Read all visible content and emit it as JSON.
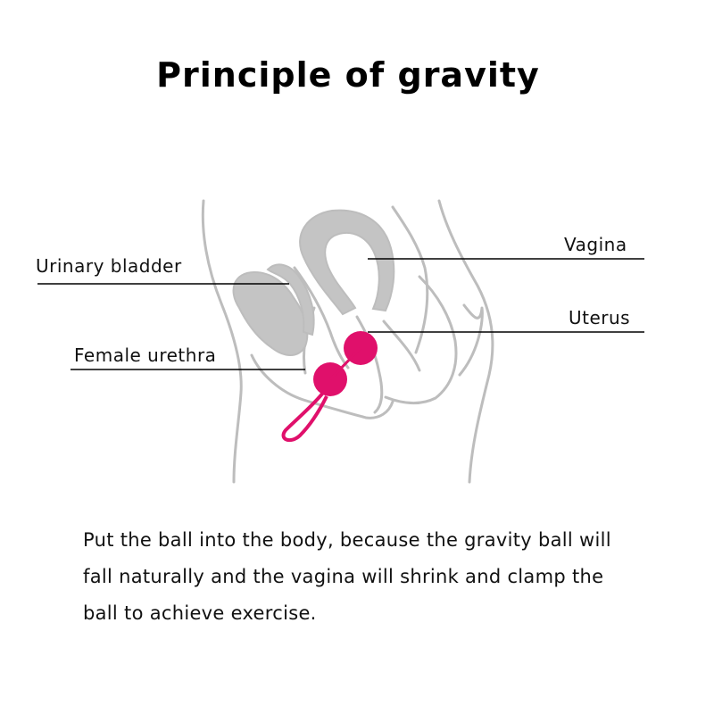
{
  "title": "Principle of gravity",
  "labels": {
    "urinary_bladder": "Urinary bladder",
    "female_urethra": "Female urethra",
    "vagina": "Vagina",
    "uterus": "Uterus"
  },
  "description": {
    "line1": "Put the ball into the body, because the gravity ball will",
    "line2": "fall naturally and the vagina will shrink and clamp the",
    "line3": "ball to achieve exercise."
  },
  "colors": {
    "organ_fill": "#c4c4c4",
    "outline": "#bdbdbd",
    "ball": "#e0106b",
    "leader_line": "#000000"
  }
}
